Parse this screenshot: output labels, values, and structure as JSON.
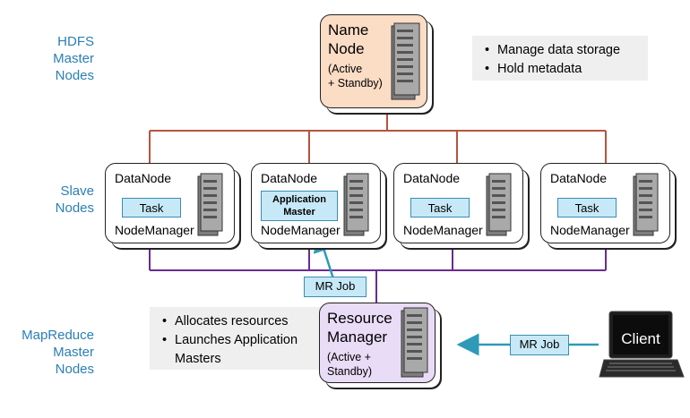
{
  "labels": {
    "hdfs": [
      "HDFS",
      "Master",
      "Nodes"
    ],
    "slave": [
      "Slave",
      "Nodes"
    ],
    "mapreduce": [
      "MapReduce",
      "Master",
      "Nodes"
    ]
  },
  "namenode": {
    "title_line1": "Name",
    "title_line2": "Node",
    "sub_line1": "(Active",
    "sub_line2": "+ Standby)",
    "bullets": [
      "Manage data storage",
      "Hold metadata"
    ]
  },
  "slaves": [
    {
      "datanode": "DataNode",
      "inner": "Task",
      "nodemanager": "NodeManager"
    },
    {
      "datanode": "DataNode",
      "inner_line1": "Application",
      "inner_line2": "Master",
      "nodemanager": "NodeManager"
    },
    {
      "datanode": "DataNode",
      "inner": "Task",
      "nodemanager": "NodeManager"
    },
    {
      "datanode": "DataNode",
      "inner": "Task",
      "nodemanager": "NodeManager"
    }
  ],
  "resource_manager": {
    "title_line1": "Resource",
    "title_line2": "Manager",
    "sub_line1": "(Active +",
    "sub_line2": "Standby)",
    "bullets": [
      "Allocates resources",
      "Launches Application",
      "Masters"
    ]
  },
  "mr_job_label": "MR Job",
  "client_label": "Client",
  "colors": {
    "hdfs_line": "#b5543f",
    "yarn_line": "#6a2b91",
    "arrow": "#2e9ab7",
    "label_blue": "#2a7fb5"
  }
}
